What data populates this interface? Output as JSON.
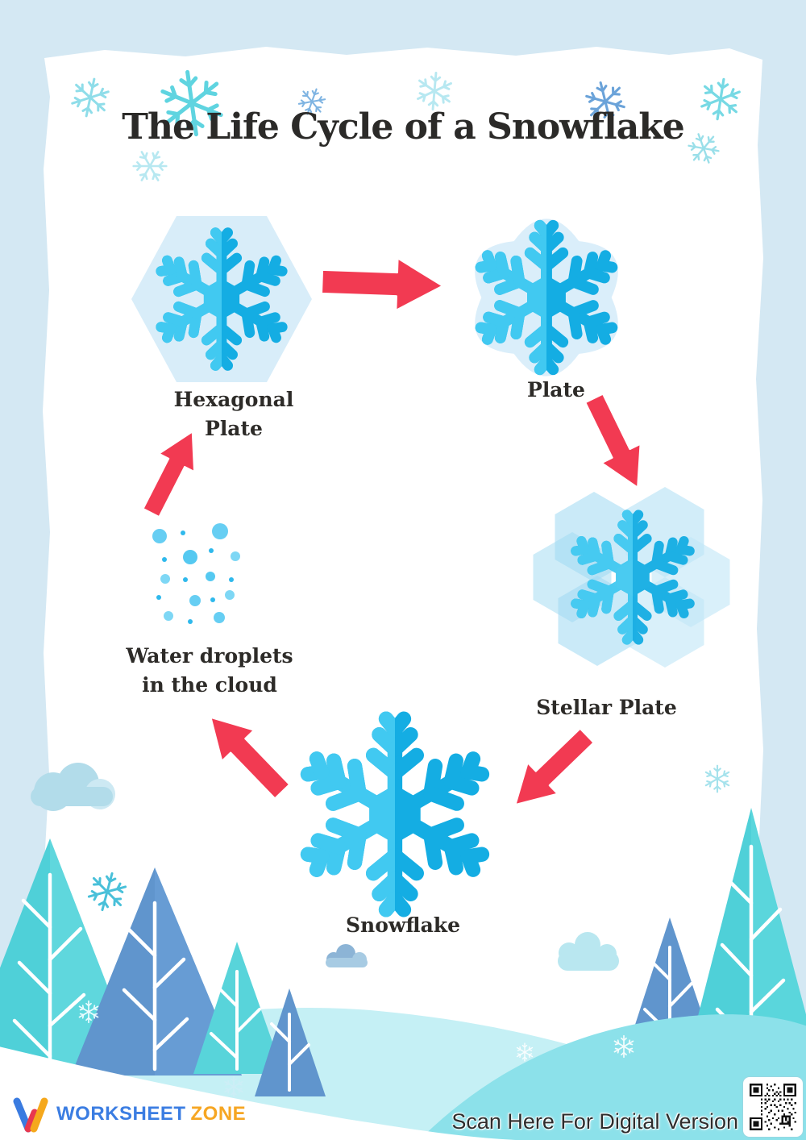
{
  "page": {
    "title": "The Life Cycle of a Snowflake",
    "background_color": "#d4e8f3",
    "paper_color": "#ffffff"
  },
  "diagram": {
    "arrow_color": "#f23a52",
    "snowflake_color_light": "#41c9f1",
    "snowflake_color_dark": "#14ade3",
    "plate_background_color": "#daeefa",
    "hexagon_background_color": "#d8edf9",
    "stages": [
      {
        "name": "Hexagonal Plate",
        "label_lines": [
          "Hexagonal",
          "Plate"
        ]
      },
      {
        "name": "Plate",
        "label_lines": [
          "Plate"
        ]
      },
      {
        "name": "Stellar Plate",
        "label_lines": [
          "Stellar Plate"
        ]
      },
      {
        "name": "Snowflake",
        "label_lines": [
          "Snowflake"
        ]
      },
      {
        "name": "Water droplets in the cloud",
        "label_lines": [
          "Water droplets",
          "in the cloud"
        ]
      }
    ],
    "cycle_order": [
      "Water droplets in the cloud",
      "Hexagonal Plate",
      "Plate",
      "Stellar Plate",
      "Snowflake"
    ]
  },
  "footer": {
    "brand": {
      "word1": "WORKSHEET",
      "word2": "ZONE",
      "word1_color": "#3b7de2",
      "word2_color": "#f6a623"
    },
    "scan_text": "Scan Here For Digital Version"
  }
}
